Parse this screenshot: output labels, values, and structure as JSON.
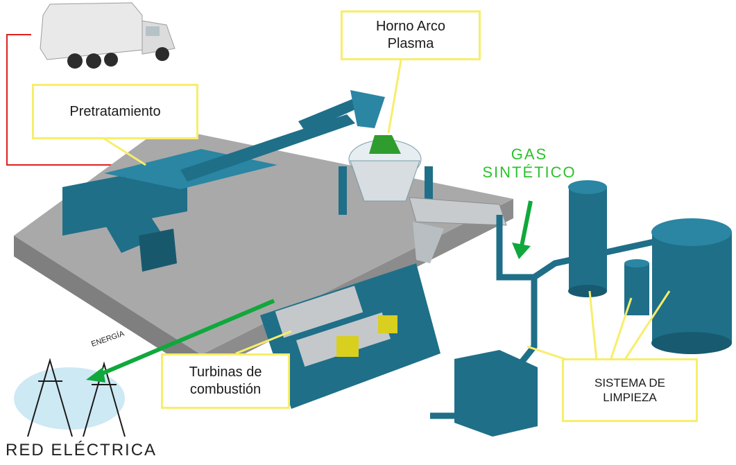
{
  "labels": {
    "pretratamiento": "Pretratamiento",
    "horno_line1": "Horno Arco",
    "horno_line2": "Plasma",
    "gas_line1": "GAS",
    "gas_line2": "SINTÉTICO",
    "energia": "ENERGÍA",
    "turbinas_line1": "Turbinas de",
    "turbinas_line2": "combustión",
    "sistema_line1": "SISTEMA DE",
    "sistema_line2": "LIMPIEZA",
    "red_electrica": "RED ELÉCTRICA"
  },
  "colors": {
    "equipment": "#1f6f88",
    "platform": "#9a9a9a",
    "label_border": "#f7ee6a",
    "gas_text": "#2bc22b",
    "green_arrow": "#10a83c",
    "red_feed_line": "#e02020"
  }
}
